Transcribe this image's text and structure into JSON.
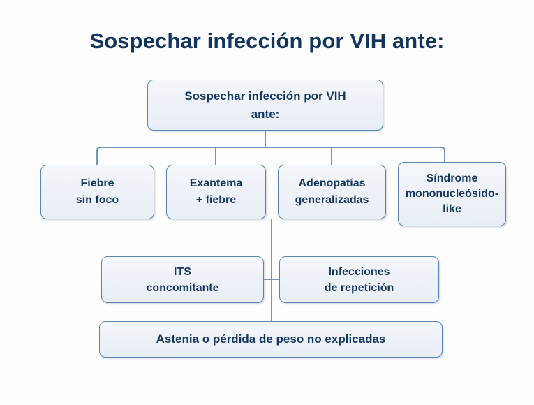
{
  "slide": {
    "title": "Sospechar infección por VIH ante:",
    "background_color": "#fdfdfd",
    "title_color": "#12355f"
  },
  "theme": {
    "box_fill": "#eef2f8",
    "box_border": "#5b84b1",
    "box_text": "#14365f",
    "connector_color": "#5b84b1"
  },
  "diagram": {
    "type": "flowchart",
    "root": {
      "id": "node-root",
      "label": "Sospechar infección por VIH\nante:"
    },
    "branches": [
      {
        "id": "node-fiebre",
        "label": "Fiebre\nsin foco"
      },
      {
        "id": "node-exantema",
        "label": "Exantema\n+ fiebre"
      },
      {
        "id": "node-adenopatias",
        "label": "Adenopatías\ngeneralizadas"
      },
      {
        "id": "node-sindrome",
        "label": "Síndrome\nmononucleósido-\nlike"
      }
    ],
    "secondary": [
      {
        "id": "node-its",
        "label": "ITS\nconcomitante"
      },
      {
        "id": "node-infecciones",
        "label": "Infecciones\nde repetición"
      }
    ],
    "footer": {
      "id": "node-astenia",
      "label": "Astenia o pérdida de peso no explicadas"
    }
  }
}
